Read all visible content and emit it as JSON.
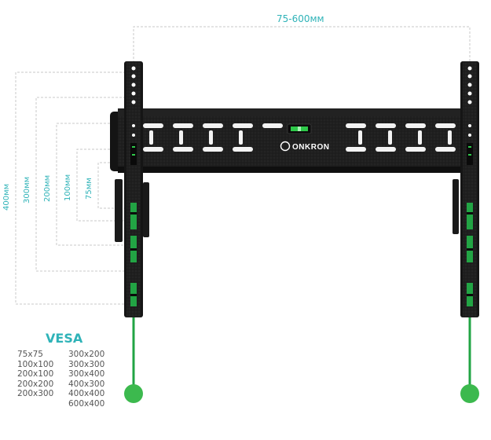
{
  "dimensions": {
    "width_range": "75-600мм",
    "heights": [
      "400мм",
      "300мм",
      "200мм",
      "100мм",
      "75мм"
    ]
  },
  "brand": {
    "logo_text": "ONKRON"
  },
  "vesa": {
    "title": "VESA",
    "column1": [
      "75x75",
      "100x100",
      "200x100",
      "200x200",
      "200x300"
    ],
    "column2": [
      "300x200",
      "300x300",
      "300x400",
      "400x300",
      "400x400",
      "600x400"
    ]
  },
  "colors": {
    "accent": "#2fb3b8",
    "bracket": "#1e1e1e",
    "green": "#22a444"
  }
}
